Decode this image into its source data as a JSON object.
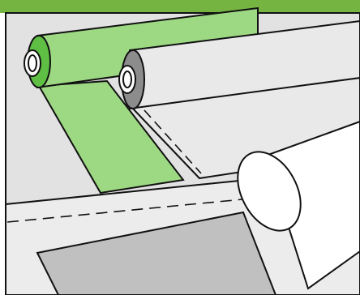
{
  "colors": {
    "banner": "#76b442",
    "green_film": "#9dd883",
    "green_roll_end": "#5fbe44",
    "white_film": "#e9e9e9",
    "gray_roll_end": "#8c8c8c",
    "sheet_light": "#ececec",
    "sheet_inner": "#c0c0c0",
    "panel_background": "#e2e2e2",
    "outline": "#111111"
  },
  "elements": {
    "green_roll": "green-film-roll",
    "white_roll": "white-film-roll",
    "pressure_roller": "pressure-roller",
    "substrate": "substrate-sheet"
  }
}
